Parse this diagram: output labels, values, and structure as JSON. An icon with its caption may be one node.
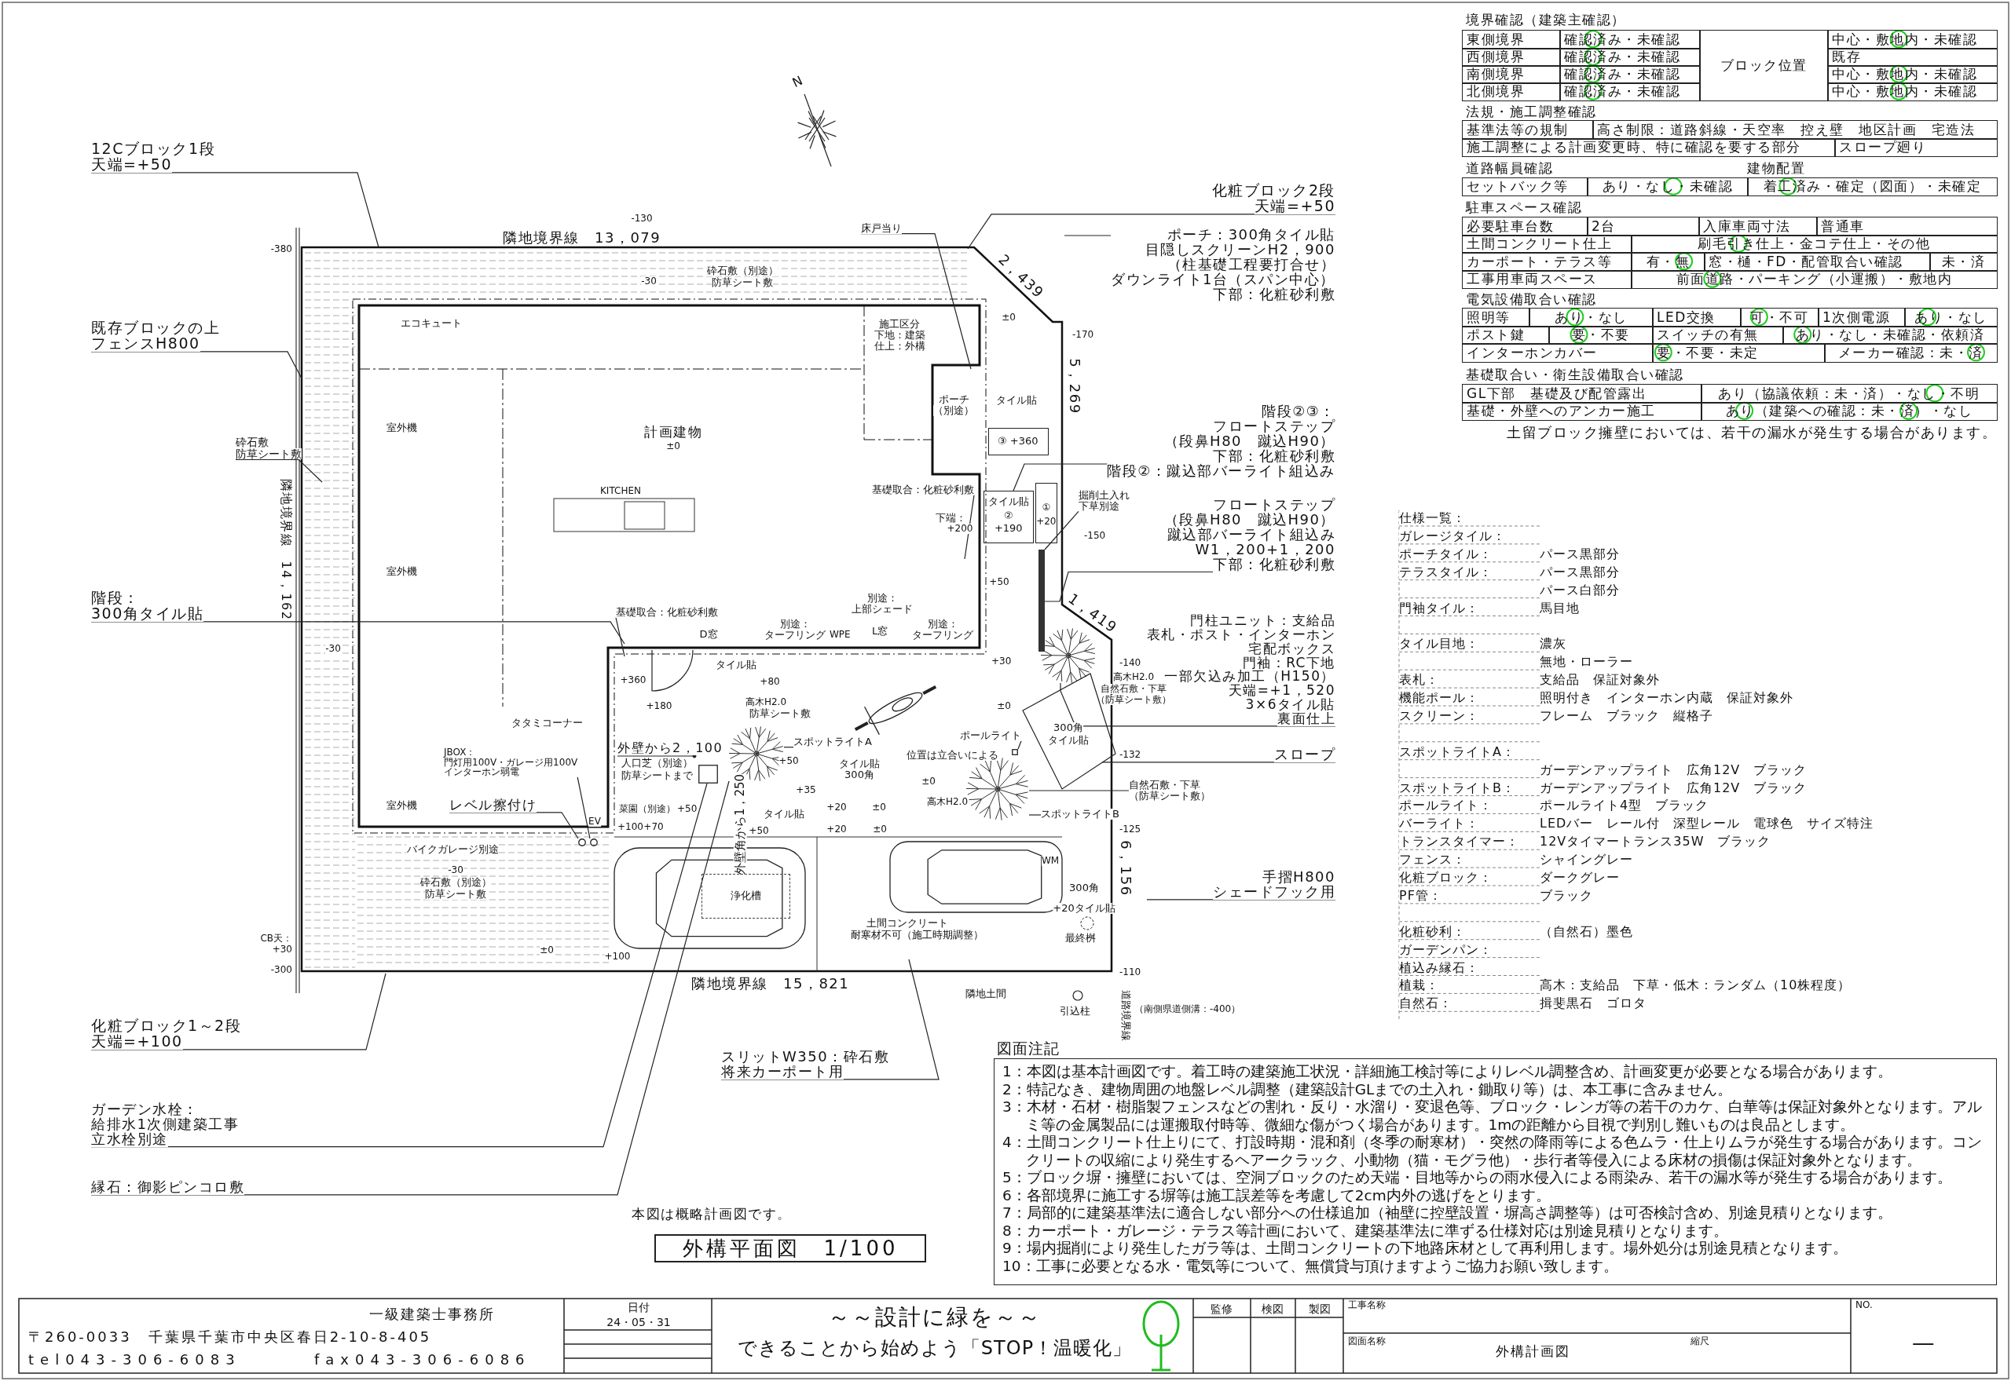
{
  "diagram": {
    "nodes": [
      {
        "text": [
          "12Cブロック1段",
          "天端=+50"
        ]
      },
      {
        "text": [
          "既存ブロックの上",
          "フェンスH800"
        ]
      },
      {
        "text": [
          "砕石敷",
          "防草シート敷"
        ]
      },
      {
        "text": [
          "階段：",
          "300角タイル貼"
        ]
      },
      {
        "text": [
          "化粧ブロック1～2段",
          "天端=+100"
        ]
      },
      {
        "text": [
          "ガーデン水栓：",
          "給排水1次側建築工事",
          "立水栓別途"
        ]
      },
      {
        "text": [
          "縁石：御影ピンコロ敷"
        ]
      },
      {
        "text": [
          "スリットW350：砕石敷",
          "将来カーポート用"
        ]
      },
      {
        "text": [
          "化粧ブロック2段",
          "天端=+50"
        ]
      },
      {
        "text": [
          "ポーチ：300角タイル貼",
          "目隠しスクリーンH2，900",
          "（柱基礎工程要打合せ）",
          "ダウンライト1台（スパン中心）",
          "下部：化粧砂利敷"
        ]
      },
      {
        "text": [
          "階段②③：",
          "フロートステップ",
          "（段鼻H80　蹴込H90）",
          "下部：化粧砂利敷",
          "階段②：蹴込部バーライト組込み"
        ]
      },
      {
        "text": [
          "フロートステップ",
          "（段鼻H80　蹴込H90）",
          "蹴込部バーライト組込み",
          "W1，200+1，200",
          "下部：化粧砂利敷"
        ]
      },
      {
        "text": [
          "門柱ユニット：支給品",
          "表札・ポスト・インターホン",
          "宅配ボックス",
          "門袖：RC下地",
          "一部欠込み加工（H150）",
          "天端=+1，520",
          "3×6タイル貼",
          "裏面仕上"
        ]
      },
      {
        "text": [
          "スロープ"
        ]
      },
      {
        "text": [
          "手摺H800",
          "シェードフック用"
        ]
      },
      {
        "text": [
          "床戸当り"
        ]
      },
      {
        "text": [
          "基礎取合：化粧砂利敷"
        ]
      },
      {
        "text": [
          "基礎取合：化粧砂利敷"
        ]
      },
      {
        "text": [
          "レベル擦付け"
        ]
      },
      {
        "text": [
          "JBOX：",
          "門灯用100V・ガレージ用100V",
          "インターホン弱電"
        ]
      },
      {
        "text": [
          "掘削土入れ",
          "下草別途"
        ]
      },
      {
        "text": [
          "自然石敷・下草",
          "（防草シート敷）"
        ]
      },
      {
        "text": [
          "スポットライトB"
        ]
      },
      {
        "text": [
          "ポールライト"
        ]
      },
      {
        "text": [
          "スポットライトA"
        ]
      },
      {
        "text": [
          "図面注記",
          "1：本図は基本計画図です。着工時の建築施工状況・詳細施工検討等によりレベル調整含め、計画変更が必要となる場合があります。",
          "2：特記なき、建物周囲の地盤レベル調整（建築設計GLまでの土入れ・鋤取り等）は、本工事に含みません。",
          "3：木材・石材・樹脂製フェンスなどの割れ・反り・水溜り・変退色等、ブロック・レンガ等の若干のカケ、白華等は保証対象外となります。アルミ等の金属製品には運搬取付時等、微細な傷がつく場合があります。1mの距離から目視で判別し難いものは良品とします。",
          "4：土間コンクリート仕上りにて、打設時期・混和剤（冬季の耐寒材）・突然の降雨等による色ムラ・仕上りムラが発生する場合があります。コンクリートの収縮により発生するヘアークラック、小動物（猫・モグラ他）・歩行者等侵入による床材の損傷は保証対象外となります。",
          "5：ブロック塀・擁壁においては、空洞ブロックのため天端・目地等からの雨水侵入による雨染み、若干の漏水等が発生する場合があります。",
          "6：各部境界に施工する塀等は施工誤差等を考慮して2cm内外の逃げをとります。",
          "7：局部的に建築基準法に適合しない部分への仕様追加（袖壁に控壁設置・塀高さ調整等）は可否検討含め、別途見積りとなります。",
          "8：カーポート・ガレージ・テラス等計画において、建築基準法に準ずる仕様対応は別途見積りとなります。",
          "9：場内掘削により発生したガラ等は、土間コンクリートの下地路床材として再利用します。場外処分は別途見積となります。",
          "10：工事に必要となる水・電気等について、無償貸与頂けますようご協力お願い致します。"
        ]
      },
      {
        "text": [
          "外構平面図　1/100"
        ]
      },
      {
        "text": [],
        "shape": "box"
      },
      {
        "text": [],
        "shape": "picture"
      },
      {
        "text": [],
        "shape": "picture"
      },
      {
        "text": [],
        "shape": "bar"
      },
      {
        "text": [
          "300角",
          "タイル貼"
        ]
      },
      {
        "text": [
          "③ +360"
        ]
      },
      {
        "text": [
          "タイル貼",
          "②",
          "+190"
        ]
      },
      {
        "text": [
          "①",
          "+20"
        ]
      },
      {
        "text": [
          "浄化槽"
        ]
      },
      {
        "text": [],
        "shape": "circle"
      },
      {
        "text": [],
        "shape": "circle"
      },
      {
        "text": [],
        "shape": "picture"
      },
      {
        "text": [],
        "shape": "box"
      }
    ],
    "edges": [
      {
        "from": 0,
        "to": null,
        "arrow": "none"
      },
      {
        "from": 1,
        "to": null,
        "arrow": "none"
      },
      {
        "from": 2,
        "to": null,
        "arrow": "none"
      },
      {
        "from": 3,
        "to": null,
        "arrow": "none"
      },
      {
        "from": 4,
        "to": null,
        "arrow": "none"
      },
      {
        "from": 5,
        "to": 27,
        "arrow": "none"
      },
      {
        "from": 6,
        "to": 28,
        "arrow": "none"
      },
      {
        "from": 7,
        "to": null,
        "arrow": "none"
      },
      {
        "from": 8,
        "to": null,
        "arrow": "none"
      },
      {
        "from": 9,
        "to": null,
        "arrow": "none"
      },
      {
        "from": 10,
        "to": 33,
        "arrow": "none"
      },
      {
        "from": 11,
        "to": 30,
        "arrow": "none"
      },
      {
        "from": 12,
        "to": 29,
        "arrow": "none"
      },
      {
        "from": 13,
        "to": 31,
        "arrow": "none"
      },
      {
        "from": 14,
        "to": null,
        "arrow": "none"
      },
      {
        "from": 15,
        "to": null,
        "arrow": "none"
      },
      {
        "from": 16,
        "to": null,
        "arrow": "none"
      },
      {
        "from": 17,
        "to": null,
        "arrow": "none"
      },
      {
        "from": 18,
        "to": 36,
        "arrow": "none"
      },
      {
        "from": 19,
        "to": 37,
        "arrow": "none"
      },
      {
        "from": 20,
        "to": 30,
        "arrow": "none"
      },
      {
        "from": 21,
        "to": 38,
        "arrow": "none"
      },
      {
        "from": 22,
        "to": 38,
        "arrow": "none"
      },
      {
        "from": 23,
        "to": 39,
        "arrow": "none"
      },
      {
        "from": 24,
        "to": 28,
        "arrow": "none"
      }
    ],
    "labels": [
      "N",
      "-130",
      "隣地境界線　13，079",
      "-380",
      "砕石敷（別途）",
      "-30",
      "防草シート敷",
      "2，439",
      "±0",
      "エコキュート",
      "施工区分",
      "下地：建築",
      "-170",
      "仕上：外構",
      "5，269",
      "ポーチ",
      "タイル貼",
      "（別途）",
      "室外機",
      "計画建物",
      "±0",
      "隣地境界線　14，162",
      "KITCHEN",
      "下端：",
      "+200",
      "-150",
      "室外機",
      "+50",
      "別途：",
      "1，419",
      "上部シェード",
      "別途：",
      "別途：",
      "D窓",
      "ターフリング",
      "WPE",
      "L窓",
      "ターフリング",
      "-30",
      "タイル貼",
      "+30",
      "-140",
      "+360",
      "+80",
      "高木H2.0",
      "自然石敷・下草",
      "高木H2.0",
      "（防草シート敷）",
      "+180",
      "±0",
      "防草シート敷",
      "タタミコーナー",
      "外壁から2，100",
      "位置は立合いによる",
      "-132",
      "人口芝（別途）",
      "+50",
      "タイル貼",
      "防草シートまで",
      "300角",
      "外壁角から1，250",
      "±0",
      "+35",
      "室外機",
      "菜園（別途）",
      "+50",
      "タイル貼",
      "+20",
      "±0",
      "高木H2.0",
      "EV",
      "+100",
      "+70",
      "+50",
      "+20",
      "±0",
      "-125",
      "バイクガレージ別途",
      "6，156",
      "WM",
      "-30",
      "砕石敷（別途）",
      "300角",
      "防草シート敷",
      "+20タイル貼",
      "土間コンクリート",
      "CB天：",
      "耐寒材不可（施工時期調整）",
      "最終桝",
      "+30",
      "±0",
      "+100",
      "-300",
      "-110",
      "隣地境界線　15，821",
      "隣地土間",
      "道路境界線",
      "引込柱",
      "（南側県道側溝：-400）",
      "本図は概略計画図です。",
      "境界確認（建築主確認）",
      "東側境界",
      "確認済み・未確認",
      "ブロック位置",
      "中心・敷地内・未確認",
      "西側境界",
      "確認済み・未確認",
      "既存",
      "南側境界",
      "確認済み・未確認",
      "中心・敷地内・未確認",
      "北側境界",
      "確認済み・未確認",
      "中心・敷地内・未確認",
      "法規・施工調整確認",
      "基準法等の規制",
      "高さ制限：道路斜線・天空率　控え壁　地区計画　宅造法",
      "施工調整による計画変更時、特に確認を要する部分",
      "スロープ廻り",
      "道路幅員確認",
      "建物配置",
      "セットバック等",
      "あり・なし・未確認",
      "着工済み・確定（図面）・未確定",
      "駐車スペース確認",
      "必要駐車台数",
      "2台",
      "入庫車両寸法",
      "普通車",
      "土間コンクリート仕上",
      "刷毛引き仕上・金コテ仕上・その他",
      "カーポート・テラス等",
      "有・無",
      "窓・樋・FD・配管取合い確認",
      "未・済",
      "工事用車両スペース",
      "前面道路・パーキング（小運搬）・敷地内",
      "電気設備取合い確認",
      "照明等",
      "あり・なし",
      "LED交換",
      "可・不可",
      "1次側電源",
      "あり・なし",
      "ポスト鍵",
      "要・不要",
      "スイッチの有無",
      "あり・なし・未確認・依頼済",
      "インターホンカバー",
      "要・不要・未定",
      "メーカー確認：未・済",
      "基礎取合い・衛生設備取合い確認",
      "GL下部　基礎及び配管露出",
      "あり（協議依頼：未・済）・なし・不明",
      "基礎・外壁へのアンカー施工",
      "あり（建築への確認：未・済）・なし",
      "土留ブロック擁壁においては、若干の漏水が発生する場合があります。",
      "仕様一覧：",
      "ガレージタイル：",
      "ポーチタイル：",
      "パース黒部分",
      "テラスタイル：",
      "パース黒部分",
      "パース白部分",
      "門袖タイル：",
      "馬目地",
      "タイル目地：",
      "濃灰",
      "無地・ローラー",
      "表札：",
      "支給品　保証対象外",
      "機能ポール：",
      "照明付き　インターホン内蔵　保証対象外",
      "スクリーン：",
      "フレーム　ブラック　縦格子",
      "スポットライトA：",
      "ガーデンアップライト　広角12V　ブラック",
      "スポットライトB：",
      "ガーデンアップライト　広角12V　ブラック",
      "ポールライト：",
      "ポールライト4型　ブラック",
      "バーライト：",
      "LEDバー　レール付　深型レール　電球色　サイズ特注",
      "トランスタイマー：",
      "12Vタイマートランス35W　ブラック",
      "フェンス：",
      "シャイングレー",
      "化粧ブロック：",
      "ダークグレー",
      "PF管：",
      "ブラック",
      "化粧砂利：",
      "（自然石）墨色",
      "ガーデンパン：",
      "植込み縁石：",
      "植栽：",
      "高木：支給品　下草・低木：ランダム（10株程度）",
      "自然石：",
      "揖斐黒石　ゴロタ",
      "一級建築士事務所",
      "日付",
      "～～設計に緑を～～",
      "監修",
      "検図",
      "製図",
      "工事名称",
      "NO.",
      "24・05・31",
      "〒260-0033　千葉県千葉市中央区春日2-10-8-405",
      "できることから始めよう「STOP！温暖化」",
      "図面名称",
      "外構計画図",
      "縮尺",
      "―",
      "tel043-306-6083",
      "fax043-306-6086"
    ]
  }
}
